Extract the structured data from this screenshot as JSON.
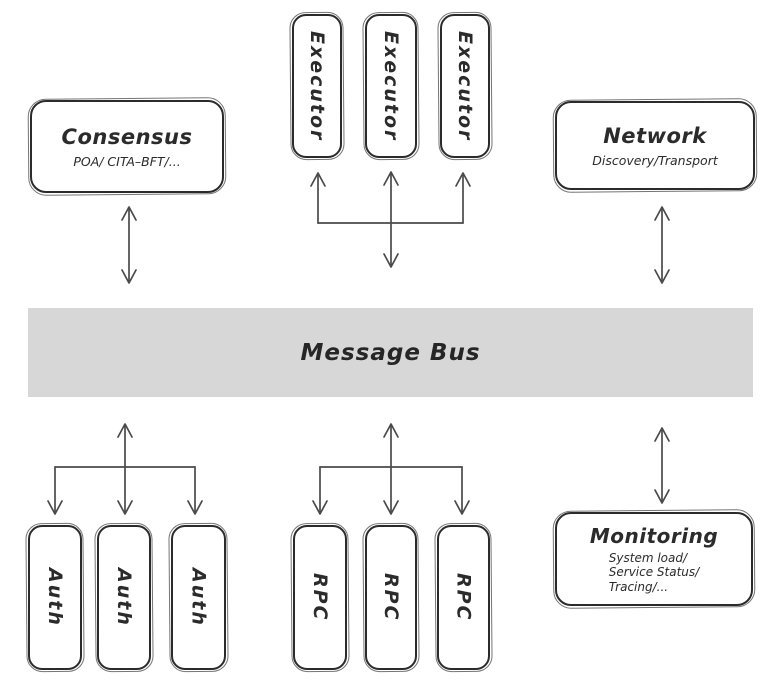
{
  "diagram": {
    "bus": {
      "label": "Message Bus"
    },
    "consensus": {
      "title": "Consensus",
      "subtitle": "POA/ CITA–BFT/..."
    },
    "network": {
      "title": "Network",
      "subtitle": "Discovery/Transport"
    },
    "monitoring": {
      "title": "Monitoring",
      "lines": [
        "System load/",
        "Service Status/",
        "Tracing/..."
      ]
    },
    "executor": {
      "label": "Executor",
      "count": 3
    },
    "auth": {
      "label": "Auth",
      "count": 3
    },
    "rpc": {
      "label": "RPC",
      "count": 3
    }
  },
  "colors": {
    "box_border": "#2b2b2b",
    "arrow": "#4a4a4a",
    "bus_fill": "#d7d7d7",
    "background": "#ffffff"
  }
}
